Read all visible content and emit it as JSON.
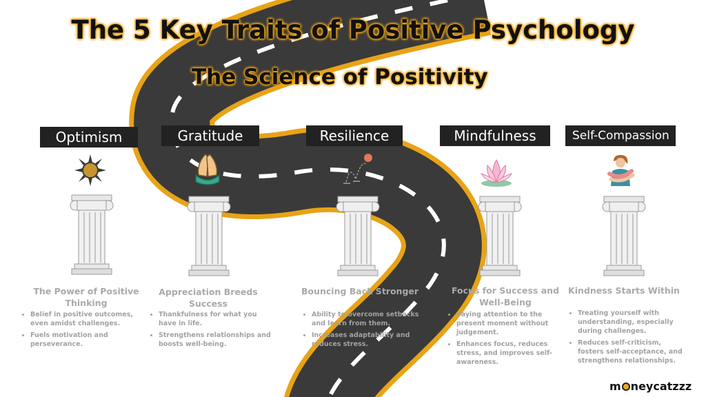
{
  "title": "The 5 Key Traits of Positive Psychology",
  "subtitle": "The Science of Positivity",
  "traits": [
    {
      "label": "Optimism",
      "icon": "sun-icon",
      "heading": "The Power of Positive Thinking",
      "bullets": [
        "Belief in positive outcomes, even amidst challenges.",
        "Fuels motivation and perseverance."
      ]
    },
    {
      "label": "Gratitude",
      "icon": "praying-hands-icon",
      "heading": "Appreciation Breeds Success",
      "bullets": [
        "Thankfulness for what you have in life.",
        "Strengthens relationships and boosts well-being."
      ]
    },
    {
      "label": "Resilience",
      "icon": "bouncing-ball-icon",
      "heading": "Bouncing Back Stronger",
      "bullets": [
        "Ability to overcome setbacks and learn from them.",
        "Increases adaptability and reduces stress."
      ]
    },
    {
      "label": "Mindfulness",
      "icon": "lotus-icon",
      "heading": "Focus for Success and Well-Being",
      "bullets": [
        "Paying attention to the present moment without judgement.",
        "Enhances focus, reduces stress, and improves self-awareness."
      ]
    },
    {
      "label": "Self-Compassion",
      "icon": "self-hug-icon",
      "heading": "Kindness Starts Within",
      "bullets": [
        "Treating yourself with understanding, especially during challenges.",
        "Reduces self-criticism, fosters self-acceptance, and strengthens relationships."
      ]
    }
  ],
  "brand": {
    "pre": "m",
    "post": "neycatzzz"
  },
  "colors": {
    "road": "#3a3a3a",
    "road_edge": "#e8a317",
    "lane_marking": "#ffffff",
    "label_bg": "#222222",
    "title_glow": "#f0a818",
    "body_text": "#a9a9a9"
  }
}
